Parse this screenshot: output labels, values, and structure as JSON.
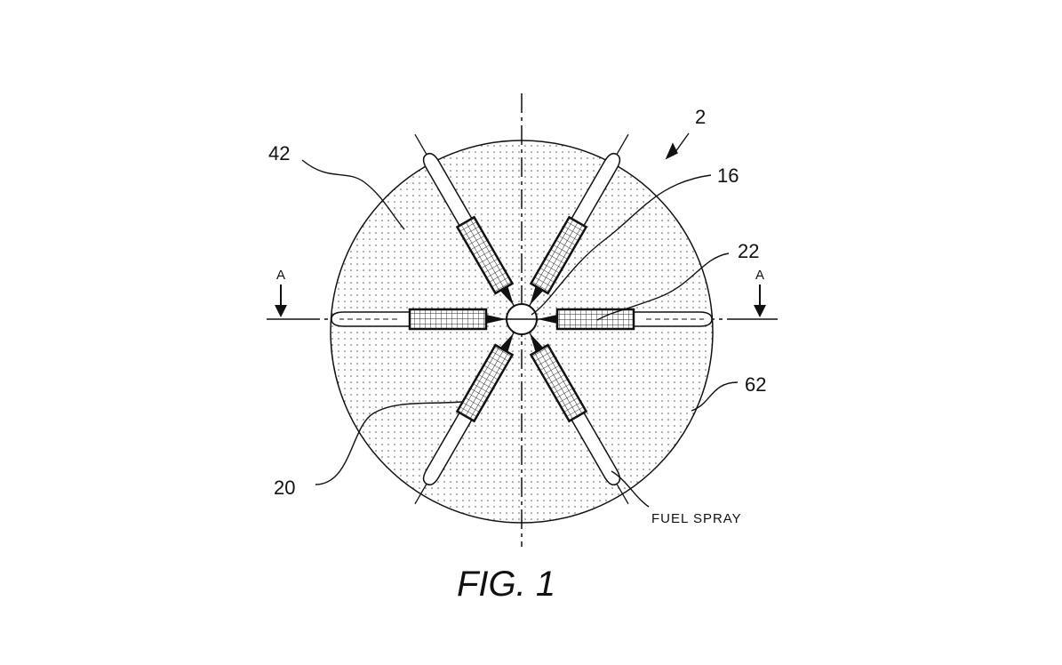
{
  "labels": {
    "assembly": "2",
    "region": "42",
    "center": "16",
    "element_right": "22",
    "section_left": "A",
    "section_right": "A",
    "outline": "62",
    "element_left": "20",
    "fuel_spray": "FUEL SPRAY"
  },
  "caption": "FIG. 1",
  "arm_angles_deg": [
    0,
    60,
    120,
    180,
    240,
    300
  ]
}
